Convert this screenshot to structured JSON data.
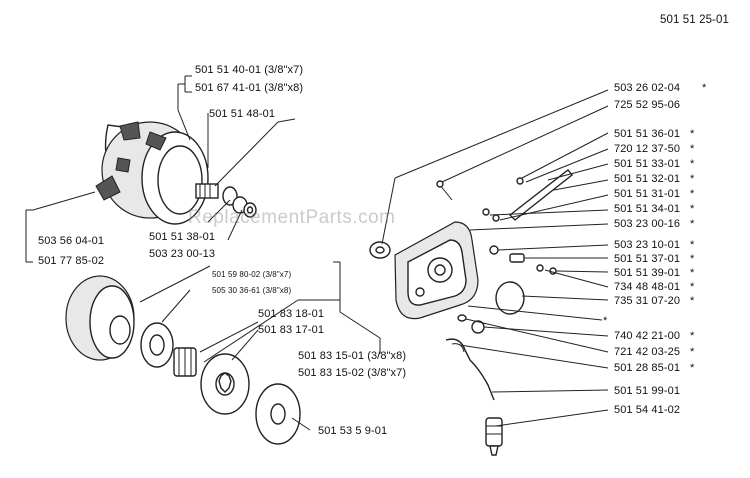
{
  "document_number": "501 51 25-01",
  "watermark": "ReplacementParts.com",
  "labels": {
    "l1": "501 51 40-01 (3/8\"x7)",
    "l2": "501 67 41-01 (3/8\"x8)",
    "l3": "501 51 48-01",
    "l4": "503 56 04-01",
    "l5": "501 77 85-02",
    "l6": "501 51 38-01",
    "l7": "503 23 00-13",
    "l8": "501 59 80-02 (3/8\"x7)",
    "l9": "505 30 36-61 (3/8\"x8)",
    "l10": "501 83 18-01",
    "l11": "501 83 17-01",
    "l12": "501 83 15-01 (3/8\"x8)",
    "l13": "501 83 15-02 (3/8\"x7)",
    "l14": "501 53 5 9-01",
    "r1": "503 26 02-04",
    "r2": "725 52 95-06",
    "r3": "501 51 36-01",
    "r4": "720 12 37-50",
    "r5": "501 51 33-01",
    "r6": "501 51 32-01",
    "r7": "501 51 31-01",
    "r8": "501 51 34-01",
    "r9": "503 23 00-16",
    "r10": "503 23 10-01",
    "r11": "501 51 37-01",
    "r12": "501 51 39-01",
    "r13": "734 48 48-01",
    "r14": "735 31 07-20",
    "r15": "740 42 21-00",
    "r16": "721 42 03-25",
    "r17": "501 28 85-01",
    "r18": "501 51 99-01",
    "r19": "501 54 41-02"
  },
  "asterisk": "*",
  "right_asterisk_flags": [
    true,
    false,
    true,
    true,
    true,
    true,
    true,
    true,
    true,
    true,
    true,
    true,
    true,
    true,
    true,
    true,
    true,
    true,
    false,
    false
  ]
}
